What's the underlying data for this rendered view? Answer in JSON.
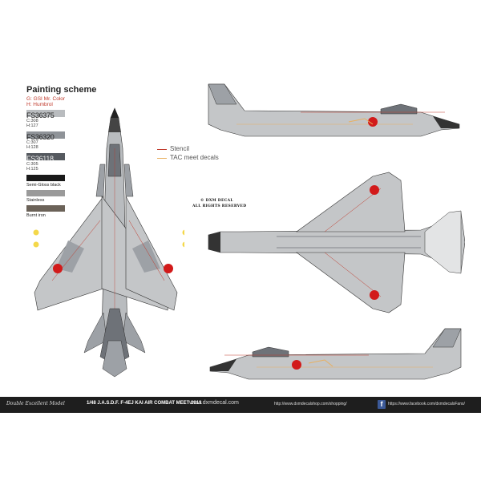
{
  "legend": {
    "title": "Painting scheme",
    "sub1": "G: GSI Mr. Color",
    "sub2": "H: Humbrol",
    "swatches": [
      {
        "code": "FS36375",
        "c": "C:308",
        "h": "H:127",
        "color": "#b9bcbf"
      },
      {
        "code": "FS36320",
        "c": "C:307",
        "h": "H:128",
        "color": "#8f9398"
      },
      {
        "code": "FS36118",
        "c": "C:305",
        "h": "H:125",
        "color": "#55595f"
      }
    ],
    "named": [
      {
        "label": "Semi-Gloss black",
        "color": "#1a1a1a"
      },
      {
        "label": "Stainless",
        "color": "#9a9a9a"
      },
      {
        "label": "Burnt iron",
        "color": "#6b6258"
      }
    ],
    "lines": [
      {
        "label": "Stencil",
        "color": "#c0392b"
      },
      {
        "label": "TAC meet decals",
        "color": "#e0a050"
      }
    ]
  },
  "stamp": {
    "line1": "© DXM DECAL",
    "line2": "ALL RIGHTS RESERVED"
  },
  "footer": {
    "brand": "Double Excellent Model",
    "title": "1/48 J.A.S.D.F. F-4EJ KAI AIR COMBAT MEET 2013",
    "site": "www.dxmdecal.com",
    "shop": "http://www.dxmdecalshop.com/shopping/",
    "facebook": "https://www.facebook.com/dxmdecalsFans/"
  },
  "colors": {
    "light_gray": "#c4c6c8",
    "mid_gray": "#9da1a6",
    "dark_gray": "#6e7278",
    "hinomaru": "#d21a1a",
    "stencil": "#c0392b",
    "tac": "#e8b060"
  }
}
